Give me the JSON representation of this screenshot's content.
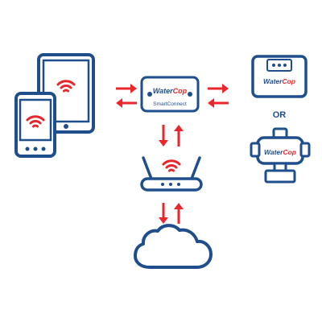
{
  "colors": {
    "navy": "#1f4e8c",
    "red": "#e8262c",
    "white": "#ffffff"
  },
  "hub": {
    "brand_line1": "Water",
    "brand_line2": "Cop",
    "model": "SmartConnect"
  },
  "devices": {
    "tablet": {
      "icon": "wifi-icon"
    },
    "phone": {
      "icon": "wifi-icon"
    },
    "router": {
      "icon": "wifi-icon"
    },
    "cloud": {
      "icon": "cloud-icon"
    }
  },
  "targets": {
    "controller": {
      "brand_line1": "Water",
      "brand_line2": "Cop"
    },
    "separator": "OR",
    "valve": {
      "brand_line1": "Water",
      "brand_line2": "Cop"
    }
  }
}
